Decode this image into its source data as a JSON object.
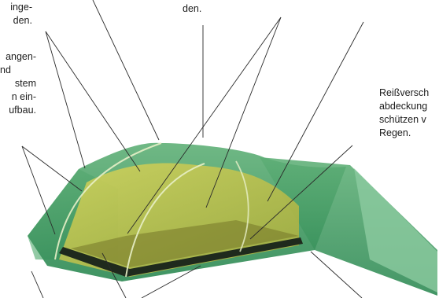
{
  "labels": {
    "top_left": [
      "inge-",
      "den."
    ],
    "mid_left": [
      "angen-",
      "nd",
      "stem",
      "n ein-",
      "ufbau."
    ],
    "top_center": [
      "den."
    ],
    "right": [
      "Reißversch",
      "abdeckung",
      "schützen v",
      "Regen."
    ]
  },
  "colors": {
    "tent_green": "#3f9a5a",
    "inner_yellow": "#c9c84a",
    "floor_dark": "#1f2a1d",
    "leader_line": "#2a2a2a"
  }
}
